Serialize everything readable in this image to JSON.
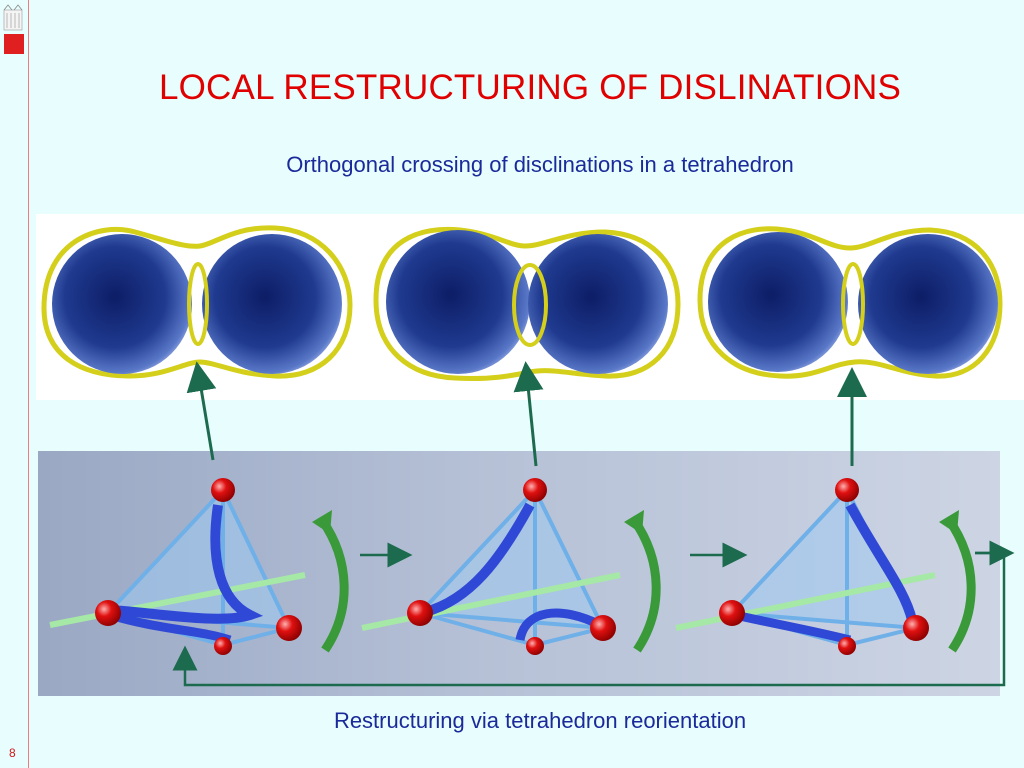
{
  "slide": {
    "title": "LOCAL RESTRUCTURING OF DISLINATIONS",
    "subtitle": "Orthogonal crossing  of disclinations in a tetrahedron",
    "caption": "Restructuring via tetrahedron reorientation",
    "page_number": "8"
  },
  "colors": {
    "background": "#e8fdfd",
    "title": "#e00000",
    "text": "#1a2a9a",
    "sphere": "#1f3a8f",
    "ring": "#d4cf1a",
    "arrow": "#1d6b4e",
    "tetra_vertex": "#e01010",
    "rotation_arrow": "#3a9a3a"
  },
  "icons": {
    "logo": "university-logo-icon"
  }
}
